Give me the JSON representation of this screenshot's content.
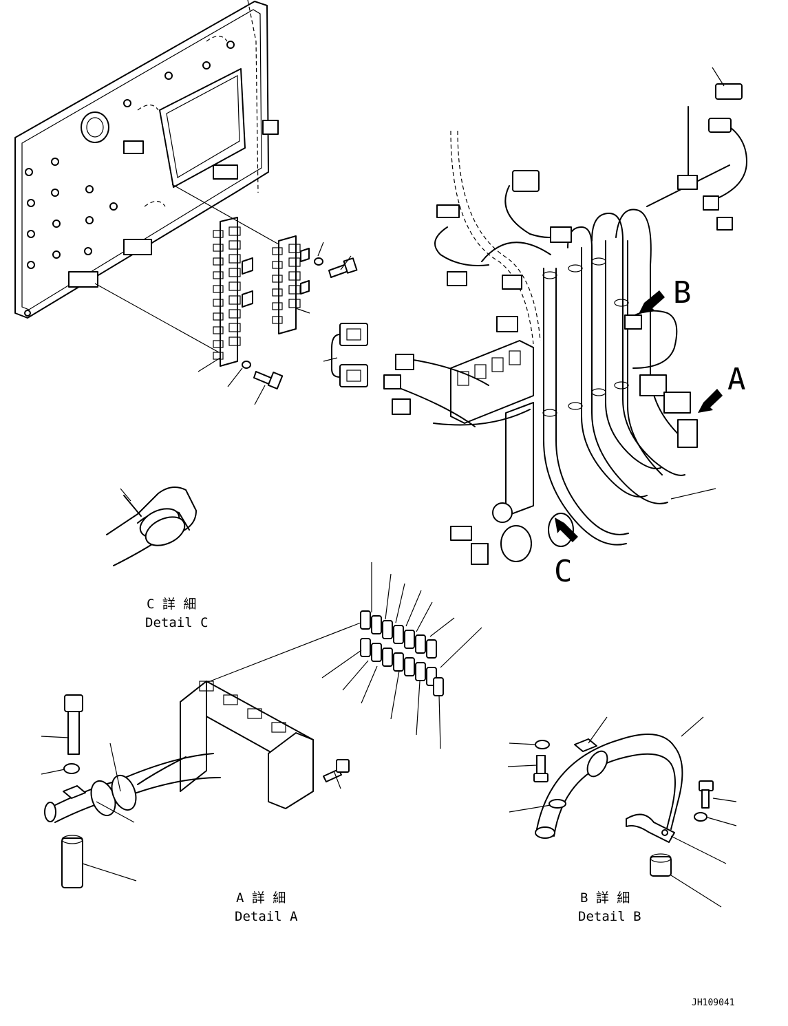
{
  "view_labels": {
    "a": "A",
    "b": "B",
    "c": "C"
  },
  "detail_c": {
    "jp": "C 詳 細",
    "en": "Detail C"
  },
  "detail_a": {
    "jp": "A 詳 細",
    "en": "Detail A"
  },
  "detail_b": {
    "jp": "B 詳 細",
    "en": "Detail B"
  },
  "drawing_id": "JH109041"
}
